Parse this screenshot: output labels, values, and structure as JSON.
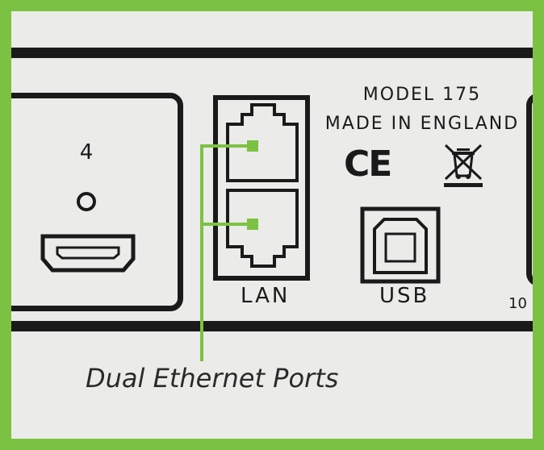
{
  "hdmi": {
    "number": "4",
    "icon": "hdmi-port-icon"
  },
  "lan": {
    "label": "LAN",
    "icon": "ethernet-port-icon"
  },
  "usb": {
    "label": "USB",
    "icon": "usb-b-port-icon"
  },
  "model": {
    "line1": "MODEL 175",
    "line2": "MADE IN ENGLAND"
  },
  "marks": {
    "ce": "CE",
    "weee_icon": "weee-crossed-bin-icon"
  },
  "partial_text": "10",
  "callout": {
    "label": "Dual Ethernet Ports",
    "color": "#7cc242"
  },
  "colors": {
    "border": "#7cc242",
    "panel": "#ebebea",
    "ink": "#1a1a1a"
  }
}
